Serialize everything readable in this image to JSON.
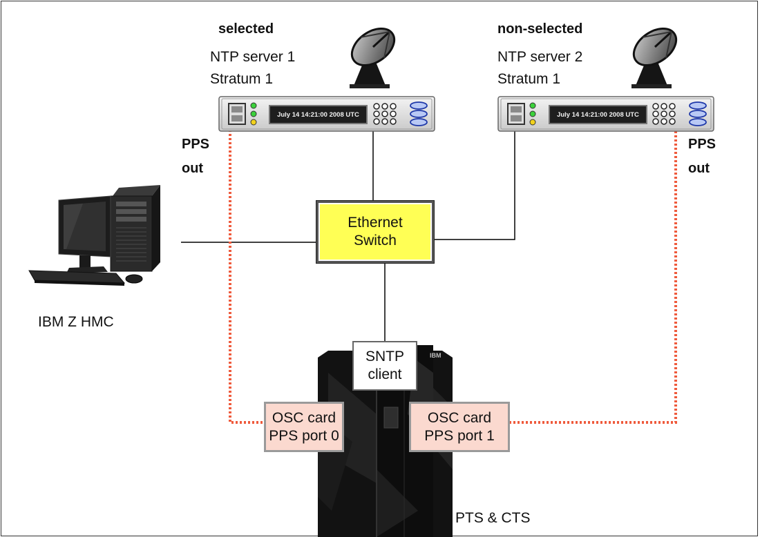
{
  "colors": {
    "switch_fill": "#ffff55",
    "osc_fill": "#fbd9cf",
    "pps_line": "#ef5a3c",
    "network_line": "#000000"
  },
  "ntp1": {
    "status": "selected",
    "name": "NTP server 1",
    "stratum": "Stratum 1",
    "display": "July 14 14:21:00 2008 UTC",
    "pps_line1": "PPS",
    "pps_line2": "out"
  },
  "ntp2": {
    "status": "non-selected",
    "name": "NTP server 2",
    "stratum": "Stratum 1",
    "display": "July 14 14:21:00 2008 UTC",
    "pps_line1": "PPS",
    "pps_line2": "out"
  },
  "switch": {
    "line1": "Ethernet",
    "line2": "Switch"
  },
  "hmc": {
    "label": "IBM Z HMC"
  },
  "mainframe": {
    "sntp_line1": "SNTP",
    "sntp_line2": "client",
    "osc0_line1": "OSC card",
    "osc0_line2": "PPS port 0",
    "osc1_line1": "OSC card",
    "osc1_line2": "PPS port 1",
    "label": "PTS & CTS",
    "brand": "IBM"
  },
  "icons": {
    "satellite": "satellite-dish-icon",
    "server": "ntp-server-appliance-icon",
    "hmc": "desktop-computer-icon",
    "mainframe": "ibm-z-mainframe-icon"
  }
}
